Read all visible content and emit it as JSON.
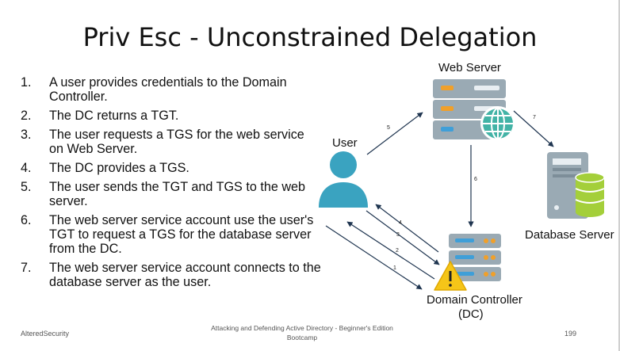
{
  "slide": {
    "title": "Priv Esc - Unconstrained Delegation",
    "steps": [
      {
        "num": "1.",
        "text": "A user provides credentials to the Domain Controller."
      },
      {
        "num": "2.",
        "text": "The DC returns a TGT."
      },
      {
        "num": "3.",
        "text": "The user requests a TGS for the web service on Web Server."
      },
      {
        "num": "4.",
        "text": "The DC provides a TGS."
      },
      {
        "num": "5.",
        "text": "The user sends the TGT and TGS to the web server."
      },
      {
        "num": "6.",
        "text": "The web server service account use the user's TGT to request a TGS for the database server from the DC."
      },
      {
        "num": "7.",
        "text": "The web server service account connects to the database server as the user."
      }
    ]
  },
  "diagram": {
    "web_server_label": "Web Server",
    "user_label": "User",
    "database_label": "Database Server",
    "dc_label_line1": "Domain Controller",
    "dc_label_line2": "(DC)",
    "arrow_labels": {
      "a1": "1",
      "a2": "2",
      "a3": "3",
      "a4": "4",
      "a5": "5",
      "a6": "6",
      "a7": "7"
    },
    "colors": {
      "user": "#3aa3c0",
      "server": "#9aaab4",
      "server_dark": "#7d8e99",
      "accent_orange": "#f0a02a",
      "accent_blue": "#3f9fd8",
      "globe": "#43b3a6",
      "db_green": "#a4cf3a",
      "warning": "#f5c518"
    }
  },
  "footer": {
    "left": "AlteredSecurity",
    "center": "Attacking and Defending Active Directory - Beginner's Edition Bootcamp",
    "page": "199"
  }
}
